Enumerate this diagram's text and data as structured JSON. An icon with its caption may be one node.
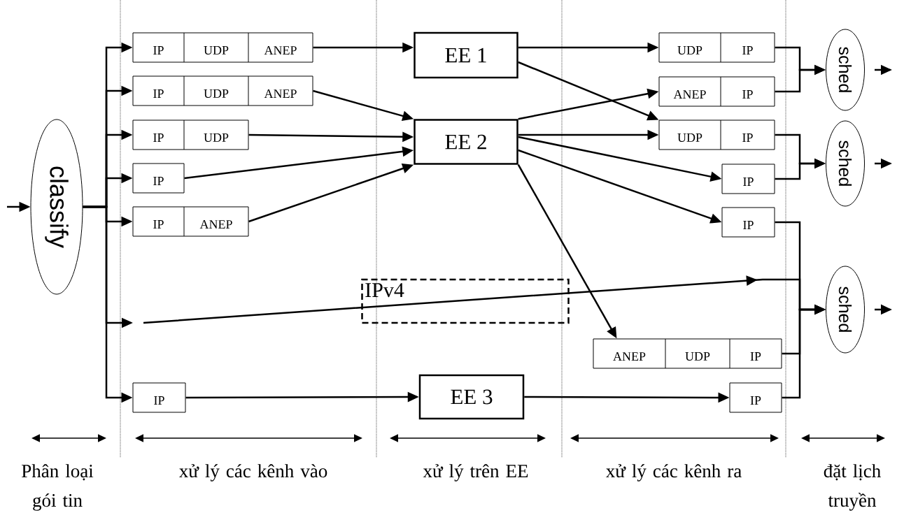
{
  "diagram": {
    "nodes": [
      {
        "text": [
          "classify"
        ]
      },
      {
        "text": [
          "IP",
          "UDP",
          "ANEP"
        ]
      },
      {
        "text": [
          "IP",
          "UDP",
          "ANEP"
        ]
      },
      {
        "text": [
          "IP",
          "UDP"
        ]
      },
      {
        "text": [
          "IP"
        ]
      },
      {
        "text": [
          "IP",
          "ANEP"
        ]
      },
      {
        "text": [
          "IP"
        ]
      },
      {
        "text": [
          "EE 1"
        ]
      },
      {
        "text": [
          "EE 2"
        ]
      },
      {
        "text": [
          "IPv4"
        ]
      },
      {
        "text": [
          "EE 3"
        ]
      },
      {
        "text": [
          "UDP",
          "IP"
        ]
      },
      {
        "text": [
          "ANEP",
          "IP"
        ]
      },
      {
        "text": [
          "UDP",
          "IP"
        ]
      },
      {
        "text": [
          "IP"
        ]
      },
      {
        "text": [
          "IP"
        ]
      },
      {
        "text": [
          "ANEP",
          "UDP",
          "IP"
        ]
      },
      {
        "text": [
          "IP"
        ]
      },
      {
        "text": [
          "sched"
        ]
      },
      {
        "text": [
          "sched"
        ]
      },
      {
        "text": [
          "sched"
        ]
      }
    ],
    "edges": [
      {
        "from": null,
        "to": 0,
        "arrow": "to"
      },
      {
        "from": 0,
        "to": 1,
        "arrow": "to"
      },
      {
        "from": 0,
        "to": 2,
        "arrow": "to"
      },
      {
        "from": 0,
        "to": 3,
        "arrow": "to"
      },
      {
        "from": 0,
        "to": 4,
        "arrow": "to"
      },
      {
        "from": 0,
        "to": 5,
        "arrow": "to"
      },
      {
        "from": 0,
        "to": null,
        "arrow": "to"
      },
      {
        "from": 0,
        "to": 6,
        "arrow": "to"
      },
      {
        "from": 1,
        "to": 7,
        "arrow": "to"
      },
      {
        "from": 2,
        "to": 8,
        "arrow": "to"
      },
      {
        "from": 3,
        "to": 8,
        "arrow": "to"
      },
      {
        "from": 4,
        "to": 8,
        "arrow": "to"
      },
      {
        "from": 5,
        "to": 8,
        "arrow": "to"
      },
      {
        "from": 6,
        "to": 10,
        "arrow": "to"
      },
      {
        "from": null,
        "to": 20,
        "arrow": "to"
      },
      {
        "from": 7,
        "to": 11,
        "arrow": "to"
      },
      {
        "from": 7,
        "to": 13,
        "arrow": "to"
      },
      {
        "from": 8,
        "to": 12,
        "arrow": "to"
      },
      {
        "from": 8,
        "to": 13,
        "arrow": "to"
      },
      {
        "from": 8,
        "to": 14,
        "arrow": "to"
      },
      {
        "from": 8,
        "to": 15,
        "arrow": "to"
      },
      {
        "from": 8,
        "to": 16,
        "arrow": "to"
      },
      {
        "from": 10,
        "to": 17,
        "arrow": "to"
      },
      {
        "from": 11,
        "to": 18,
        "arrow": "to"
      },
      {
        "from": 12,
        "to": 18,
        "arrow": "to"
      },
      {
        "from": 13,
        "to": 19,
        "arrow": "to"
      },
      {
        "from": 14,
        "to": 19,
        "arrow": "to"
      },
      {
        "from": 15,
        "to": 20,
        "arrow": "to"
      },
      {
        "from": 16,
        "to": 20,
        "arrow": "to"
      },
      {
        "from": 17,
        "to": 20,
        "arrow": "to"
      },
      {
        "from": 18,
        "to": null,
        "arrow": "to"
      },
      {
        "from": 19,
        "to": null,
        "arrow": "to"
      },
      {
        "from": 20,
        "to": null,
        "arrow": "to"
      }
    ],
    "labels": [
      "Phân loại gói tin",
      "xử lý các kênh vào",
      "xử lý trên EE",
      "xử lý các kênh ra",
      "đặt lịch truyền"
    ]
  }
}
